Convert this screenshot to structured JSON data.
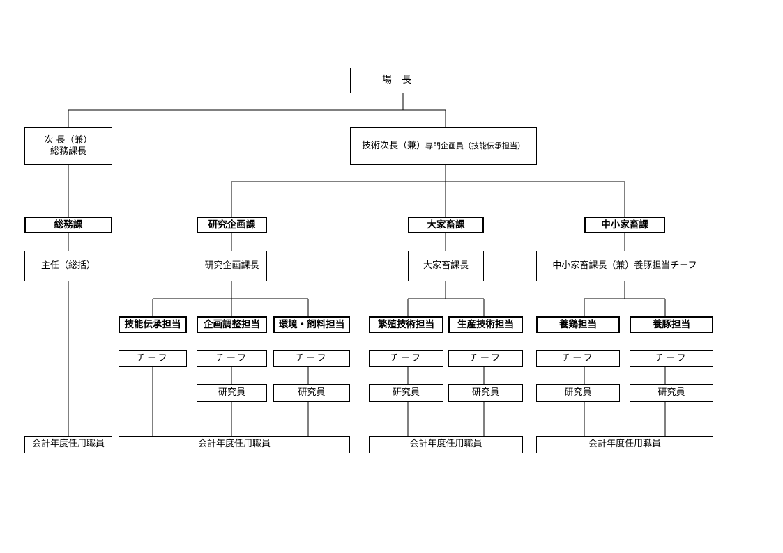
{
  "top": {
    "director": "場　長"
  },
  "executives": {
    "deputy_line1": "次 長（兼）",
    "deputy_line2": "総務課長",
    "tech_deputy_main": "技術次長（兼）",
    "tech_deputy_sub": "専門企画員（技能伝承担当）"
  },
  "sections": {
    "general_affairs": "総務課",
    "research_planning": "研究企画課",
    "large_livestock": "大家畜課",
    "small_livestock": "中小家畜課"
  },
  "managers": {
    "general_affairs": "主任（総括）",
    "research_planning": "研究企画課長",
    "large_livestock": "大家畜課長",
    "small_livestock": "中小家畜課長（兼）養豚担当チーフ"
  },
  "units": {
    "skill_transfer": "技能伝承担当",
    "planning_coordination": "企画調整担当",
    "environment_feed": "環境・飼料担当",
    "breeding_technology": "繁殖技術担当",
    "production_technology": "生産技術担当",
    "poultry": "養鶏担当",
    "swine": "養豚担当"
  },
  "staff": {
    "chief": "チーフ",
    "researcher": "研究員",
    "fiscal_year_staff": "会計年度任用職員"
  }
}
